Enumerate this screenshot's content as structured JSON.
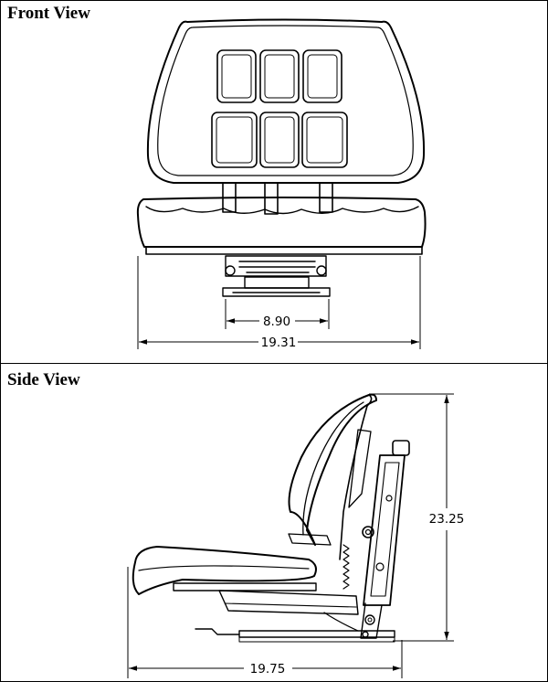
{
  "front_view": {
    "title": "Front View",
    "dimensions": {
      "mount_width": "8.90",
      "overall_width": "19.31"
    }
  },
  "side_view": {
    "title": "Side View",
    "dimensions": {
      "height": "23.25",
      "depth": "19.75"
    }
  }
}
